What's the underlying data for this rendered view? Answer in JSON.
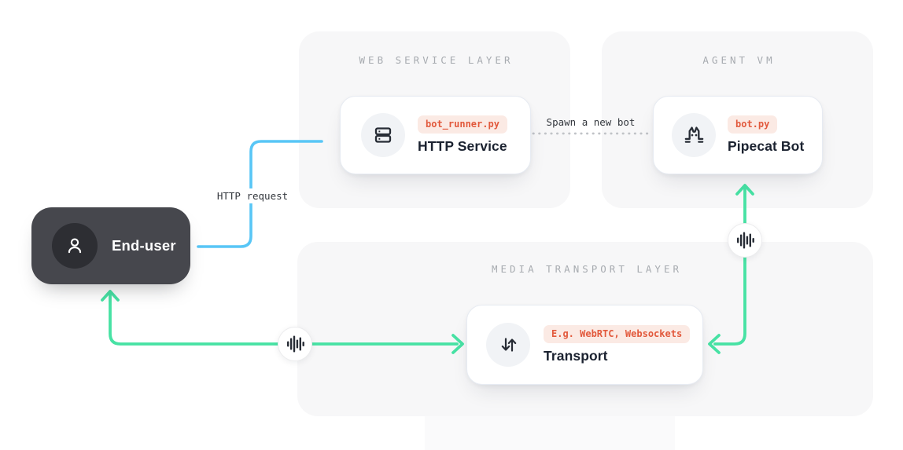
{
  "colors": {
    "panel-bg": "#f7f7f8",
    "panel-title": "#a7abb0",
    "card-border": "#e7ebf2",
    "icon-circle-bg": "#f1f3f6",
    "icon-ink": "#272c35",
    "tag-bg": "#fbeae4",
    "tag-text": "#e2593c",
    "card-title": "#1b2230",
    "end-user-bg": "#46474d",
    "end-user-circle": "#2d2e33",
    "blue": "#58c6f6",
    "green": "#47e2a4",
    "dot": "#c0c3c7",
    "edge-label": "#34383e"
  },
  "panels": {
    "web_service": {
      "title": "WEB SERVICE LAYER"
    },
    "agent_vm": {
      "title": "AGENT VM"
    },
    "media_transport": {
      "title": "MEDIA TRANSPORT LAYER"
    }
  },
  "nodes": {
    "end_user": {
      "label": "End-user"
    },
    "http_service": {
      "label": "HTTP Service",
      "tag": "bot_runner.py"
    },
    "pipecat_bot": {
      "label": "Pipecat Bot",
      "tag": "bot.py"
    },
    "transport": {
      "label": "Transport",
      "tag": "E.g. WebRTC, Websockets"
    }
  },
  "edges": {
    "http_request": {
      "label": "HTTP request"
    },
    "spawn_bot": {
      "label": "Spawn a new bot"
    }
  }
}
